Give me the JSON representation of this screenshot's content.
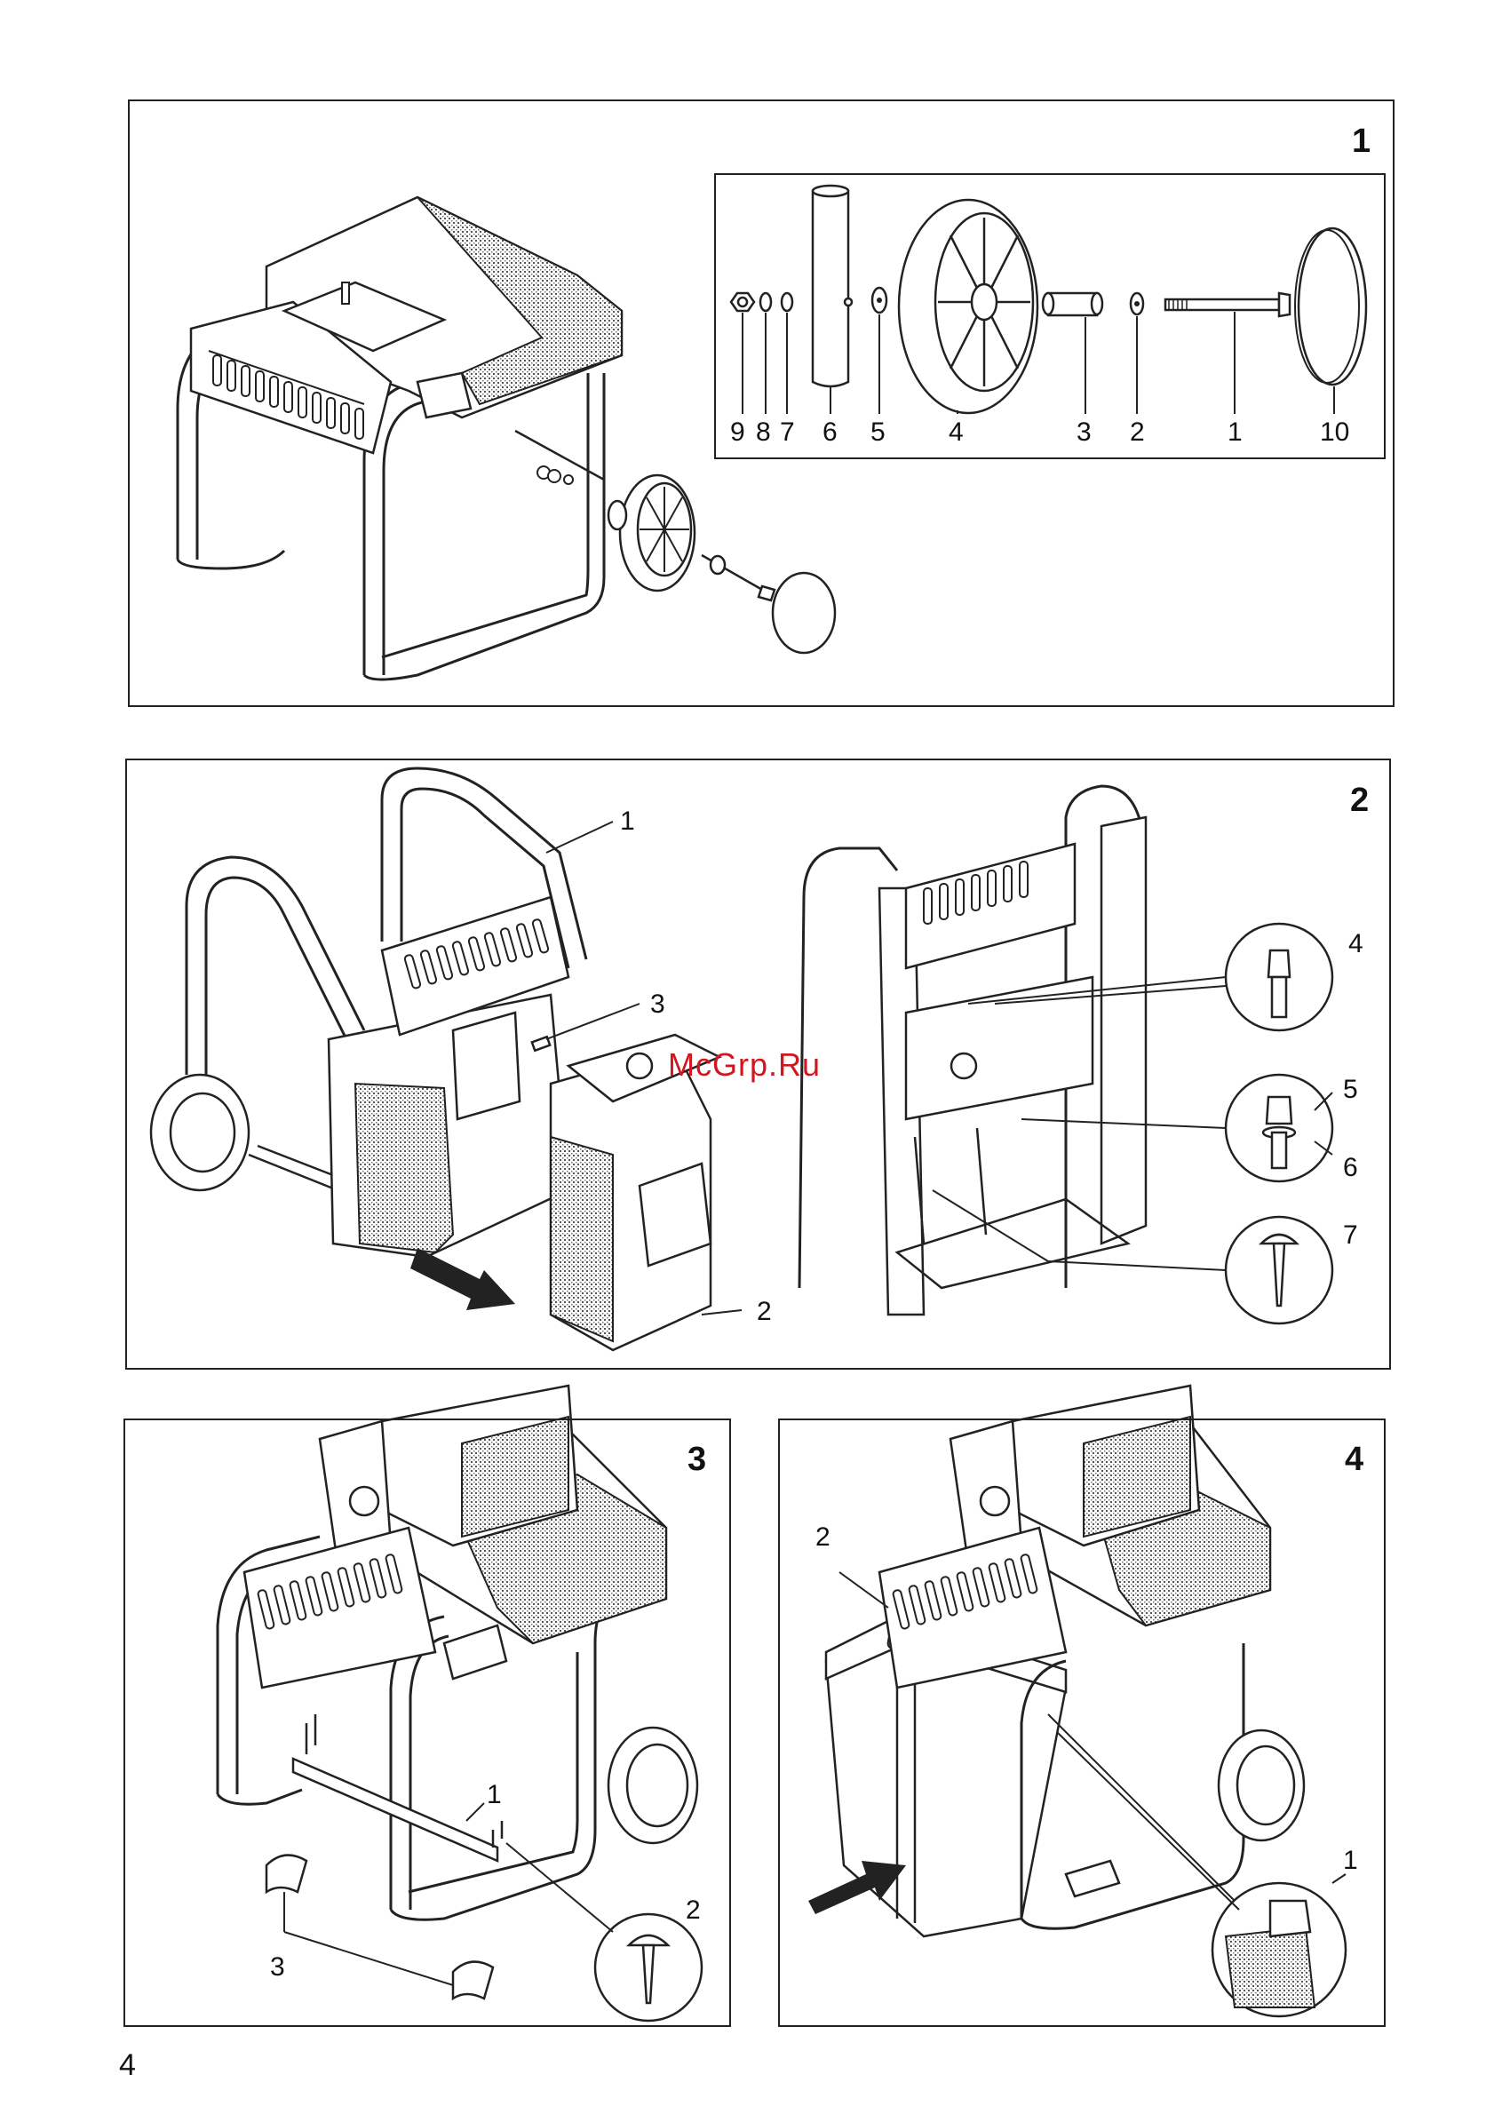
{
  "watermark": "McGrp.Ru",
  "page_number": "4",
  "figures": [
    {
      "number": "1",
      "callouts": [
        "9",
        "8",
        "7",
        "6",
        "5",
        "4",
        "3",
        "2",
        "1",
        "10"
      ]
    },
    {
      "number": "2",
      "callouts": [
        "1",
        "3",
        "2",
        "4",
        "5",
        "6",
        "7"
      ]
    },
    {
      "number": "3",
      "callouts": [
        "1",
        "2",
        "3"
      ]
    },
    {
      "number": "4",
      "callouts": [
        "2",
        "1"
      ]
    }
  ]
}
